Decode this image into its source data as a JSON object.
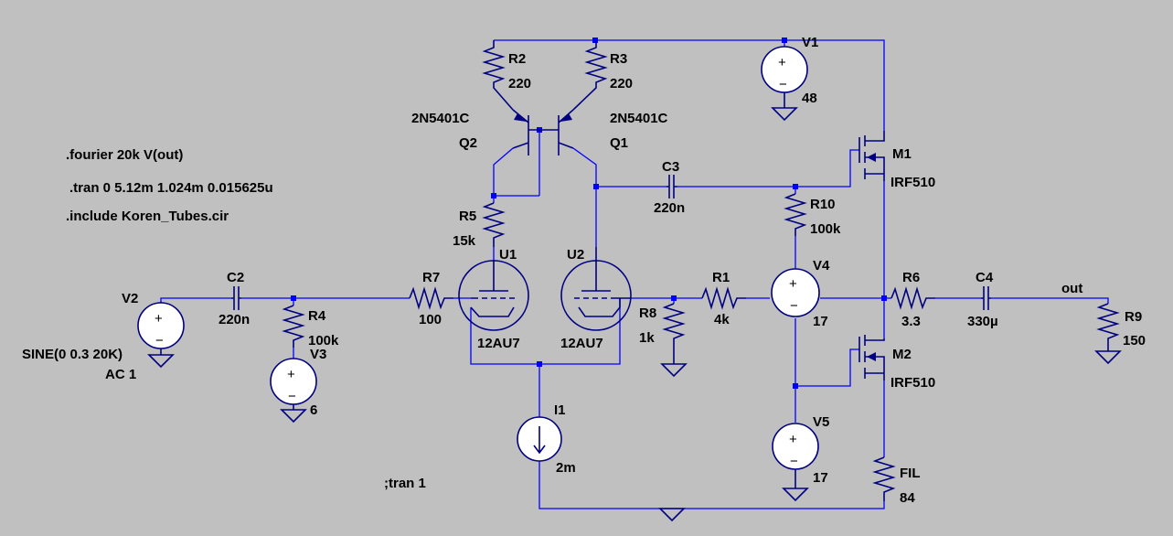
{
  "directives": {
    "fourier": ".fourier 20k V(out)",
    "tran": ".tran 0 5.12m 1.024m 0.015625u",
    "include": ".include Koren_Tubes.cir",
    "comment": ";tran 1"
  },
  "components": {
    "V1": {
      "name": "V1",
      "value": "48"
    },
    "V2": {
      "name": "V2",
      "value": "SINE(0 0.3 20K)",
      "ac": "AC 1"
    },
    "V3": {
      "name": "V3",
      "value": "6"
    },
    "V4": {
      "name": "V4",
      "value": "17"
    },
    "V5": {
      "name": "V5",
      "value": "17"
    },
    "I1": {
      "name": "I1",
      "value": "2m"
    },
    "R1": {
      "name": "R1",
      "value": "4k"
    },
    "R2": {
      "name": "R2",
      "value": "220"
    },
    "R3": {
      "name": "R3",
      "value": "220"
    },
    "R4": {
      "name": "R4",
      "value": "100k"
    },
    "R5": {
      "name": "R5",
      "value": "15k"
    },
    "R6": {
      "name": "R6",
      "value": "3.3"
    },
    "R7": {
      "name": "R7",
      "value": "100"
    },
    "R8": {
      "name": "R8",
      "value": "1k"
    },
    "R9": {
      "name": "R9",
      "value": "150"
    },
    "R10": {
      "name": "R10",
      "value": "100k"
    },
    "FIL": {
      "name": "FIL",
      "value": "84"
    },
    "C2": {
      "name": "C2",
      "value": "220n"
    },
    "C3": {
      "name": "C3",
      "value": "220n"
    },
    "C4": {
      "name": "C4",
      "value": "330µ"
    },
    "Q1": {
      "name": "Q1",
      "value": "2N5401C"
    },
    "Q2": {
      "name": "Q2",
      "value": "2N5401C"
    },
    "U1": {
      "name": "U1",
      "value": "12AU7"
    },
    "U2": {
      "name": "U2",
      "value": "12AU7"
    },
    "M1": {
      "name": "M1",
      "value": "IRF510"
    },
    "M2": {
      "name": "M2",
      "value": "IRF510"
    }
  },
  "nets": {
    "out": "out"
  },
  "source_symbols": {
    "plus": "+",
    "minus": "−"
  },
  "colors": {
    "background": "#c0c0c0",
    "wire": "#0000ff",
    "symbol": "#000080",
    "text": "#000000"
  }
}
